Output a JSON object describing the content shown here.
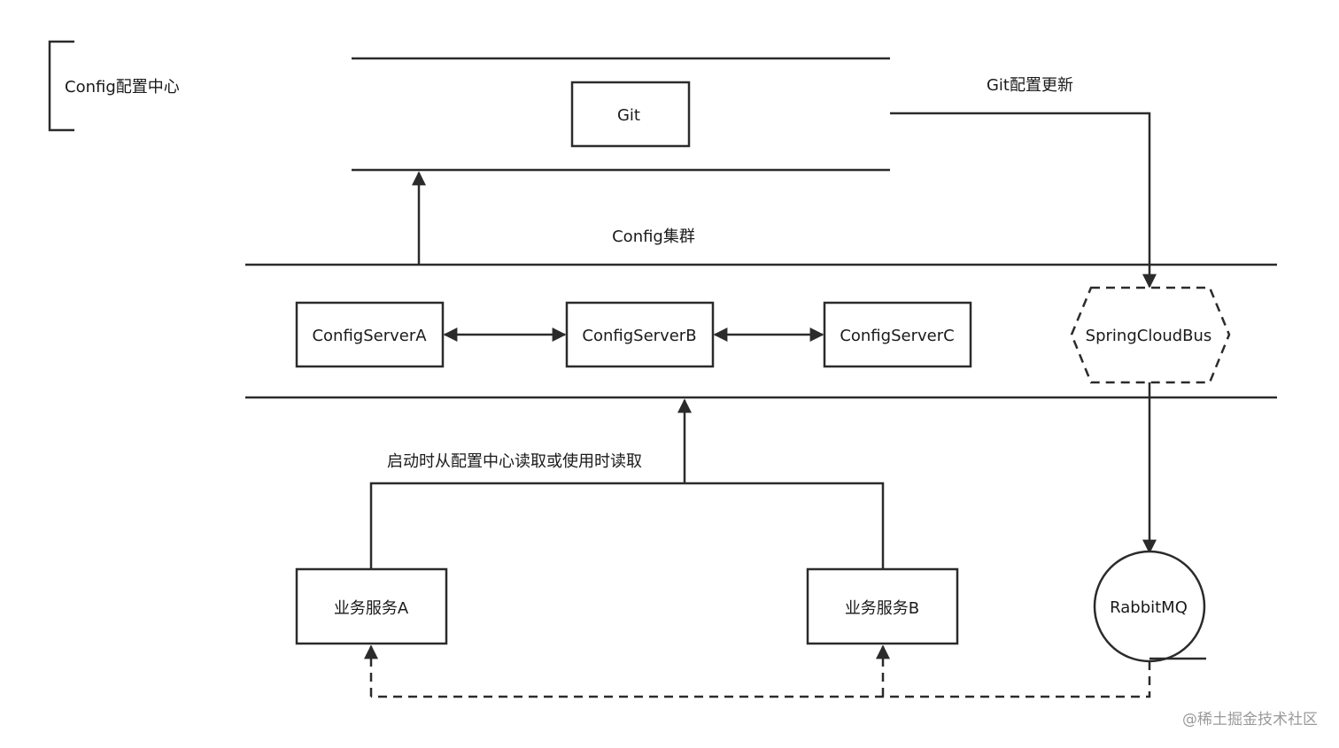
{
  "legend": {
    "title": "Config配置中心"
  },
  "git": {
    "label": "Git",
    "update_label": "Git配置更新"
  },
  "cluster": {
    "label": "Config集群",
    "servers": [
      "ConfigServerA",
      "ConfigServerB",
      "ConfigServerC"
    ]
  },
  "bus": {
    "label": "SpringCloudBus"
  },
  "mq": {
    "label": "RabbitMQ"
  },
  "services": {
    "read_label": "启动时从配置中心读取或使用时读取",
    "a": "业务服务A",
    "b": "业务服务B"
  },
  "watermark": "@稀土掘金技术社区",
  "colors": {
    "stroke": "#2b2b2b",
    "text": "#1a1a1a",
    "watermark": "#9a9a9a",
    "background": "#ffffff"
  }
}
